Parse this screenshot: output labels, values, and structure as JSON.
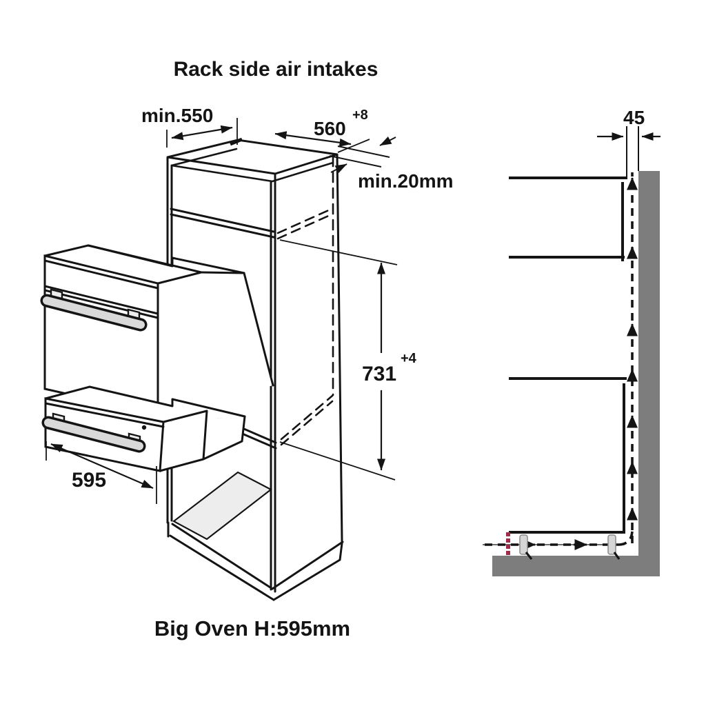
{
  "title": "Rack side air intakes",
  "caption": "Big Oven H:595mm",
  "left_diagram": {
    "name": "built-in oven cabinet isometric view",
    "dimensions": {
      "cabinet_depth": "min.550",
      "niche_width": "560",
      "niche_width_tolerance": "+8",
      "rear_vent_gap": "min.20mm",
      "niche_height": "731",
      "niche_height_tolerance": "+4",
      "oven_width": "595"
    }
  },
  "right_diagram": {
    "name": "side section with airflow path",
    "dimensions": {
      "rear_wall_gap": "45"
    }
  },
  "colors": {
    "line": "#141414",
    "wall_gray": "#7d7d7d",
    "floor_shade": "#ededed",
    "handle_gray": "#d9d9d9",
    "foot_gray": "#d6d6d6",
    "accent_red": "#9e2b47",
    "background": "#ffffff"
  }
}
